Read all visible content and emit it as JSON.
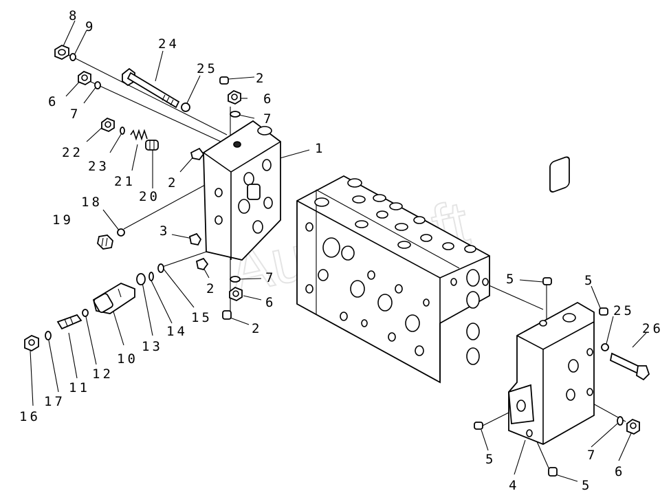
{
  "diagram": {
    "watermark": "AutoSoft",
    "callouts": [
      "8",
      "9",
      "24",
      "25",
      "2",
      "6",
      "7",
      "6",
      "7",
      "1",
      "22",
      "23",
      "21",
      "20",
      "2",
      "18",
      "19",
      "3",
      "2",
      "7",
      "6",
      "2",
      "15",
      "14",
      "13",
      "10",
      "12",
      "11",
      "17",
      "16",
      "5",
      "5",
      "25",
      "26",
      "5",
      "7",
      "6",
      "4",
      "5"
    ]
  }
}
